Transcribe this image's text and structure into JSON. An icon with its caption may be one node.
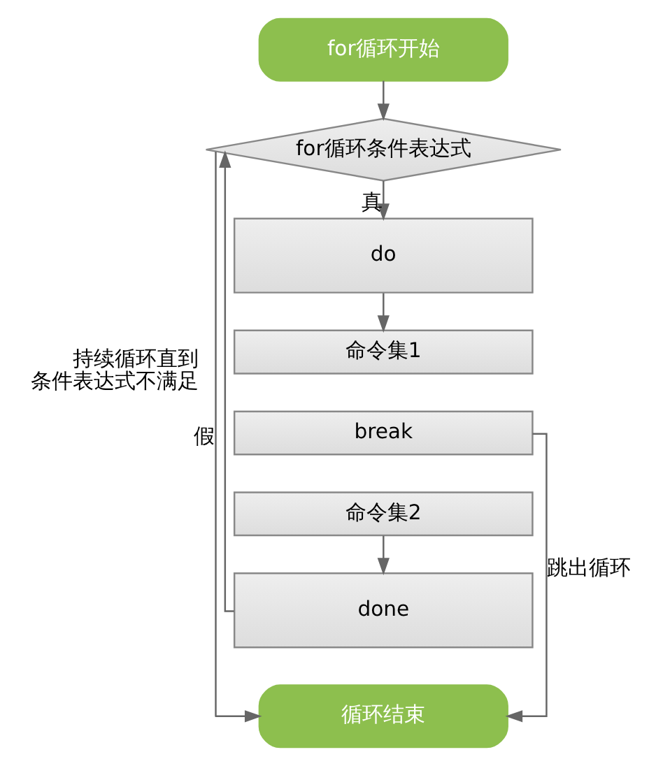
{
  "diagram": {
    "nodes": [
      {
        "text": [
          "for循环开始"
        ]
      },
      {
        "text": [
          "for循环条件表达式"
        ]
      },
      {
        "text": [
          "do"
        ]
      },
      {
        "text": [
          "命令集1"
        ]
      },
      {
        "text": [
          "break"
        ]
      },
      {
        "text": [
          "命令集2"
        ]
      },
      {
        "text": [
          "done"
        ]
      },
      {
        "text": [
          "循环结束"
        ]
      }
    ],
    "edges": [
      {
        "from": 0,
        "to": 1,
        "arrow": "to"
      },
      {
        "from": 1,
        "to": 2,
        "arrow": "to",
        "label": "真"
      },
      {
        "from": 2,
        "to": 3,
        "arrow": "to"
      },
      {
        "from": 5,
        "to": 6,
        "arrow": "to"
      },
      {
        "from": 6,
        "to": 1,
        "arrow": "to",
        "label": "持续循环直到条件表达式不满足"
      },
      {
        "from": 1,
        "to": 7,
        "arrow": "to",
        "label": "假"
      },
      {
        "from": 4,
        "to": 7,
        "arrow": "to",
        "label": "跳出循环"
      }
    ]
  }
}
